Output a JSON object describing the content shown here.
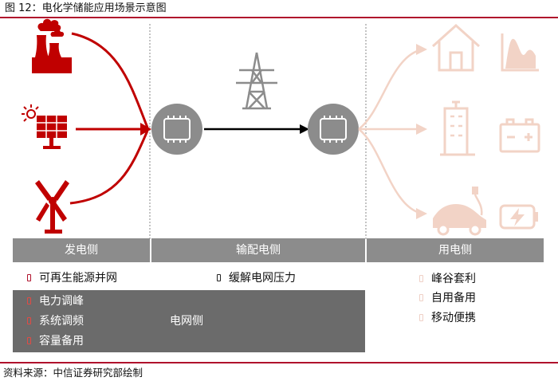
{
  "figure": {
    "title": "图 12：电化学储能应用场景示意图",
    "source": "资料来源：中信证券研究部绘制"
  },
  "sections": {
    "generation": "发电侧",
    "grid": "输配电侧",
    "consumption": "用电侧"
  },
  "applications": {
    "generation_main": "可再生能源并网",
    "grid_main": "缓解电网压力",
    "consumption": [
      "峰谷套利",
      "自用备用",
      "移动便携"
    ],
    "grid_box_items": [
      "电力调峰",
      "系统调频",
      "容量备用"
    ],
    "grid_box_label": "电网侧"
  },
  "icons": {
    "generation": [
      "power-plant-icon",
      "solar-panel-icon",
      "wind-turbine-icon"
    ],
    "grid": [
      "transmission-tower-icon",
      "battery-chip-icon"
    ],
    "consumption": [
      "house-icon",
      "curve-chart-icon",
      "building-icon",
      "battery-icon",
      "electric-car-icon",
      "charging-battery-icon"
    ]
  },
  "colors": {
    "accent_red": "#c00000",
    "grey": "#8c8c8c",
    "dark_grey": "#6b6b6b",
    "light_peach": "#f2d3c6",
    "arrow_black": "#000000"
  }
}
